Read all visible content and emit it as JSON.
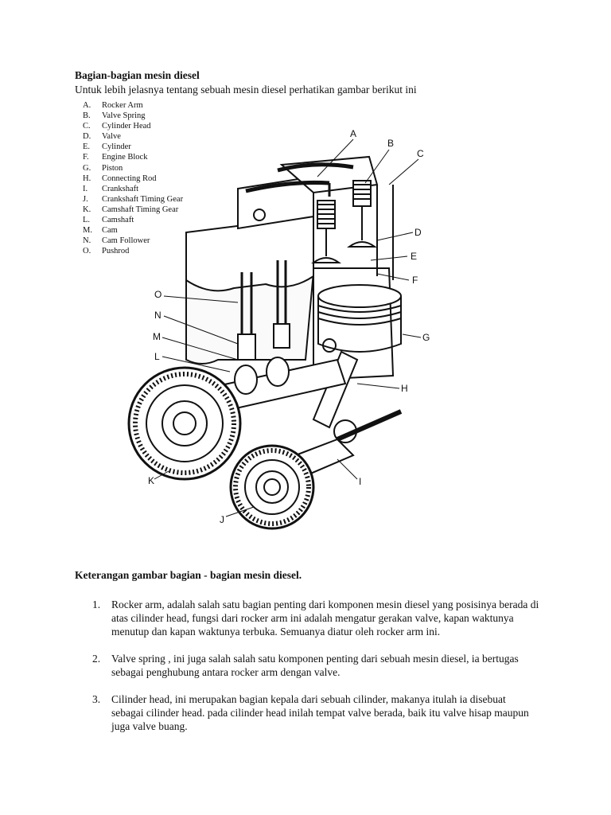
{
  "document": {
    "heading": "Bagian-bagian mesin diesel",
    "intro": "Untuk lebih jelasnya tentang sebuah mesin diesel perhatikan gambar berikut ini"
  },
  "figure": {
    "legend": [
      {
        "key": "A.",
        "label": "Rocker Arm"
      },
      {
        "key": "B.",
        "label": "Valve Spring"
      },
      {
        "key": "C.",
        "label": "Cylinder Head"
      },
      {
        "key": "D.",
        "label": "Valve"
      },
      {
        "key": "E.",
        "label": "Cylinder"
      },
      {
        "key": "F.",
        "label": "Engine Block"
      },
      {
        "key": "G.",
        "label": "Piston"
      },
      {
        "key": "H.",
        "label": "Connecting Rod"
      },
      {
        "key": "I.",
        "label": "Crankshaft"
      },
      {
        "key": "J.",
        "label": "Crankshaft Timing Gear"
      },
      {
        "key": "K.",
        "label": "Camshaft Timing Gear"
      },
      {
        "key": "L.",
        "label": "Camshaft"
      },
      {
        "key": "M.",
        "label": "Cam"
      },
      {
        "key": "N.",
        "label": "Cam Follower"
      },
      {
        "key": "O.",
        "label": "Pushrod"
      }
    ],
    "callouts": {
      "a": "A",
      "b": "B",
      "c": "C",
      "d": "D",
      "e": "E",
      "f": "F",
      "g": "G",
      "h": "H",
      "i": "I",
      "j": "J",
      "k": "K",
      "l": "L",
      "m": "M",
      "n": "N",
      "o": "O"
    }
  },
  "explanation": {
    "title": "Keterangan gambar bagian - bagian mesin diesel.",
    "items": [
      {
        "number": "1.",
        "text": "Rocker arm, adalah salah satu bagian penting dari komponen mesin diesel yang posisinya berada di atas cilinder head, fungsi dari rocker arm ini adalah mengatur gerakan valve, kapan waktunya menutup dan kapan waktunya terbuka. Semuanya diatur oleh rocker arm ini."
      },
      {
        "number": "2.",
        "text": "Valve spring , ini juga salah salah satu komponen penting dari sebuah mesin diesel, ia bertugas sebagai penghubung antara rocker arm dengan valve."
      },
      {
        "number": "3.",
        "text": "Cilinder head, ini merupakan bagian kepala dari sebuah cilinder, makanya itulah ia disebuat sebagai cilinder head. pada cilinder head inilah tempat valve berada, baik itu valve hisap maupun juga valve buang."
      }
    ]
  }
}
